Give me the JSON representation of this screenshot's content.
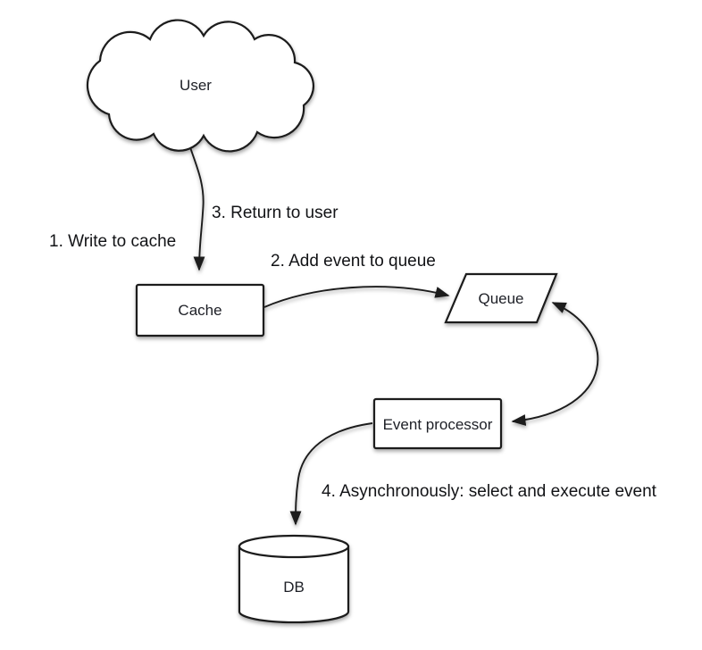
{
  "nodes": {
    "user": {
      "label": "User",
      "shape": "cloud"
    },
    "cache": {
      "label": "Cache",
      "shape": "rectangle"
    },
    "queue": {
      "label": "Queue",
      "shape": "parallelogram"
    },
    "event_processor": {
      "label": "Event processor",
      "shape": "rectangle"
    },
    "db": {
      "label": "DB",
      "shape": "cylinder"
    }
  },
  "labels": {
    "step1": "1. Write to cache",
    "step2": "2. Add event to queue",
    "step3": "3. Return to user",
    "step4": "4. Asynchronously: select and execute event"
  },
  "edges": [
    {
      "from": "user",
      "to": "cache",
      "steps": [
        "1. Write to cache",
        "3. Return to user"
      ],
      "bidirectional": false
    },
    {
      "from": "cache",
      "to": "queue",
      "steps": [
        "2. Add event to queue"
      ],
      "bidirectional": false
    },
    {
      "from": "queue",
      "to": "event_processor",
      "steps": [],
      "bidirectional": true
    },
    {
      "from": "event_processor",
      "to": "db",
      "steps": [
        "4. Asynchronously: select and execute event"
      ],
      "bidirectional": false
    }
  ],
  "colors": {
    "background": "#ffffff",
    "shape_fill": "#ffffff",
    "stroke": "#1c1c1c",
    "node_text": "#1d1f26",
    "label_text": "#121316"
  }
}
